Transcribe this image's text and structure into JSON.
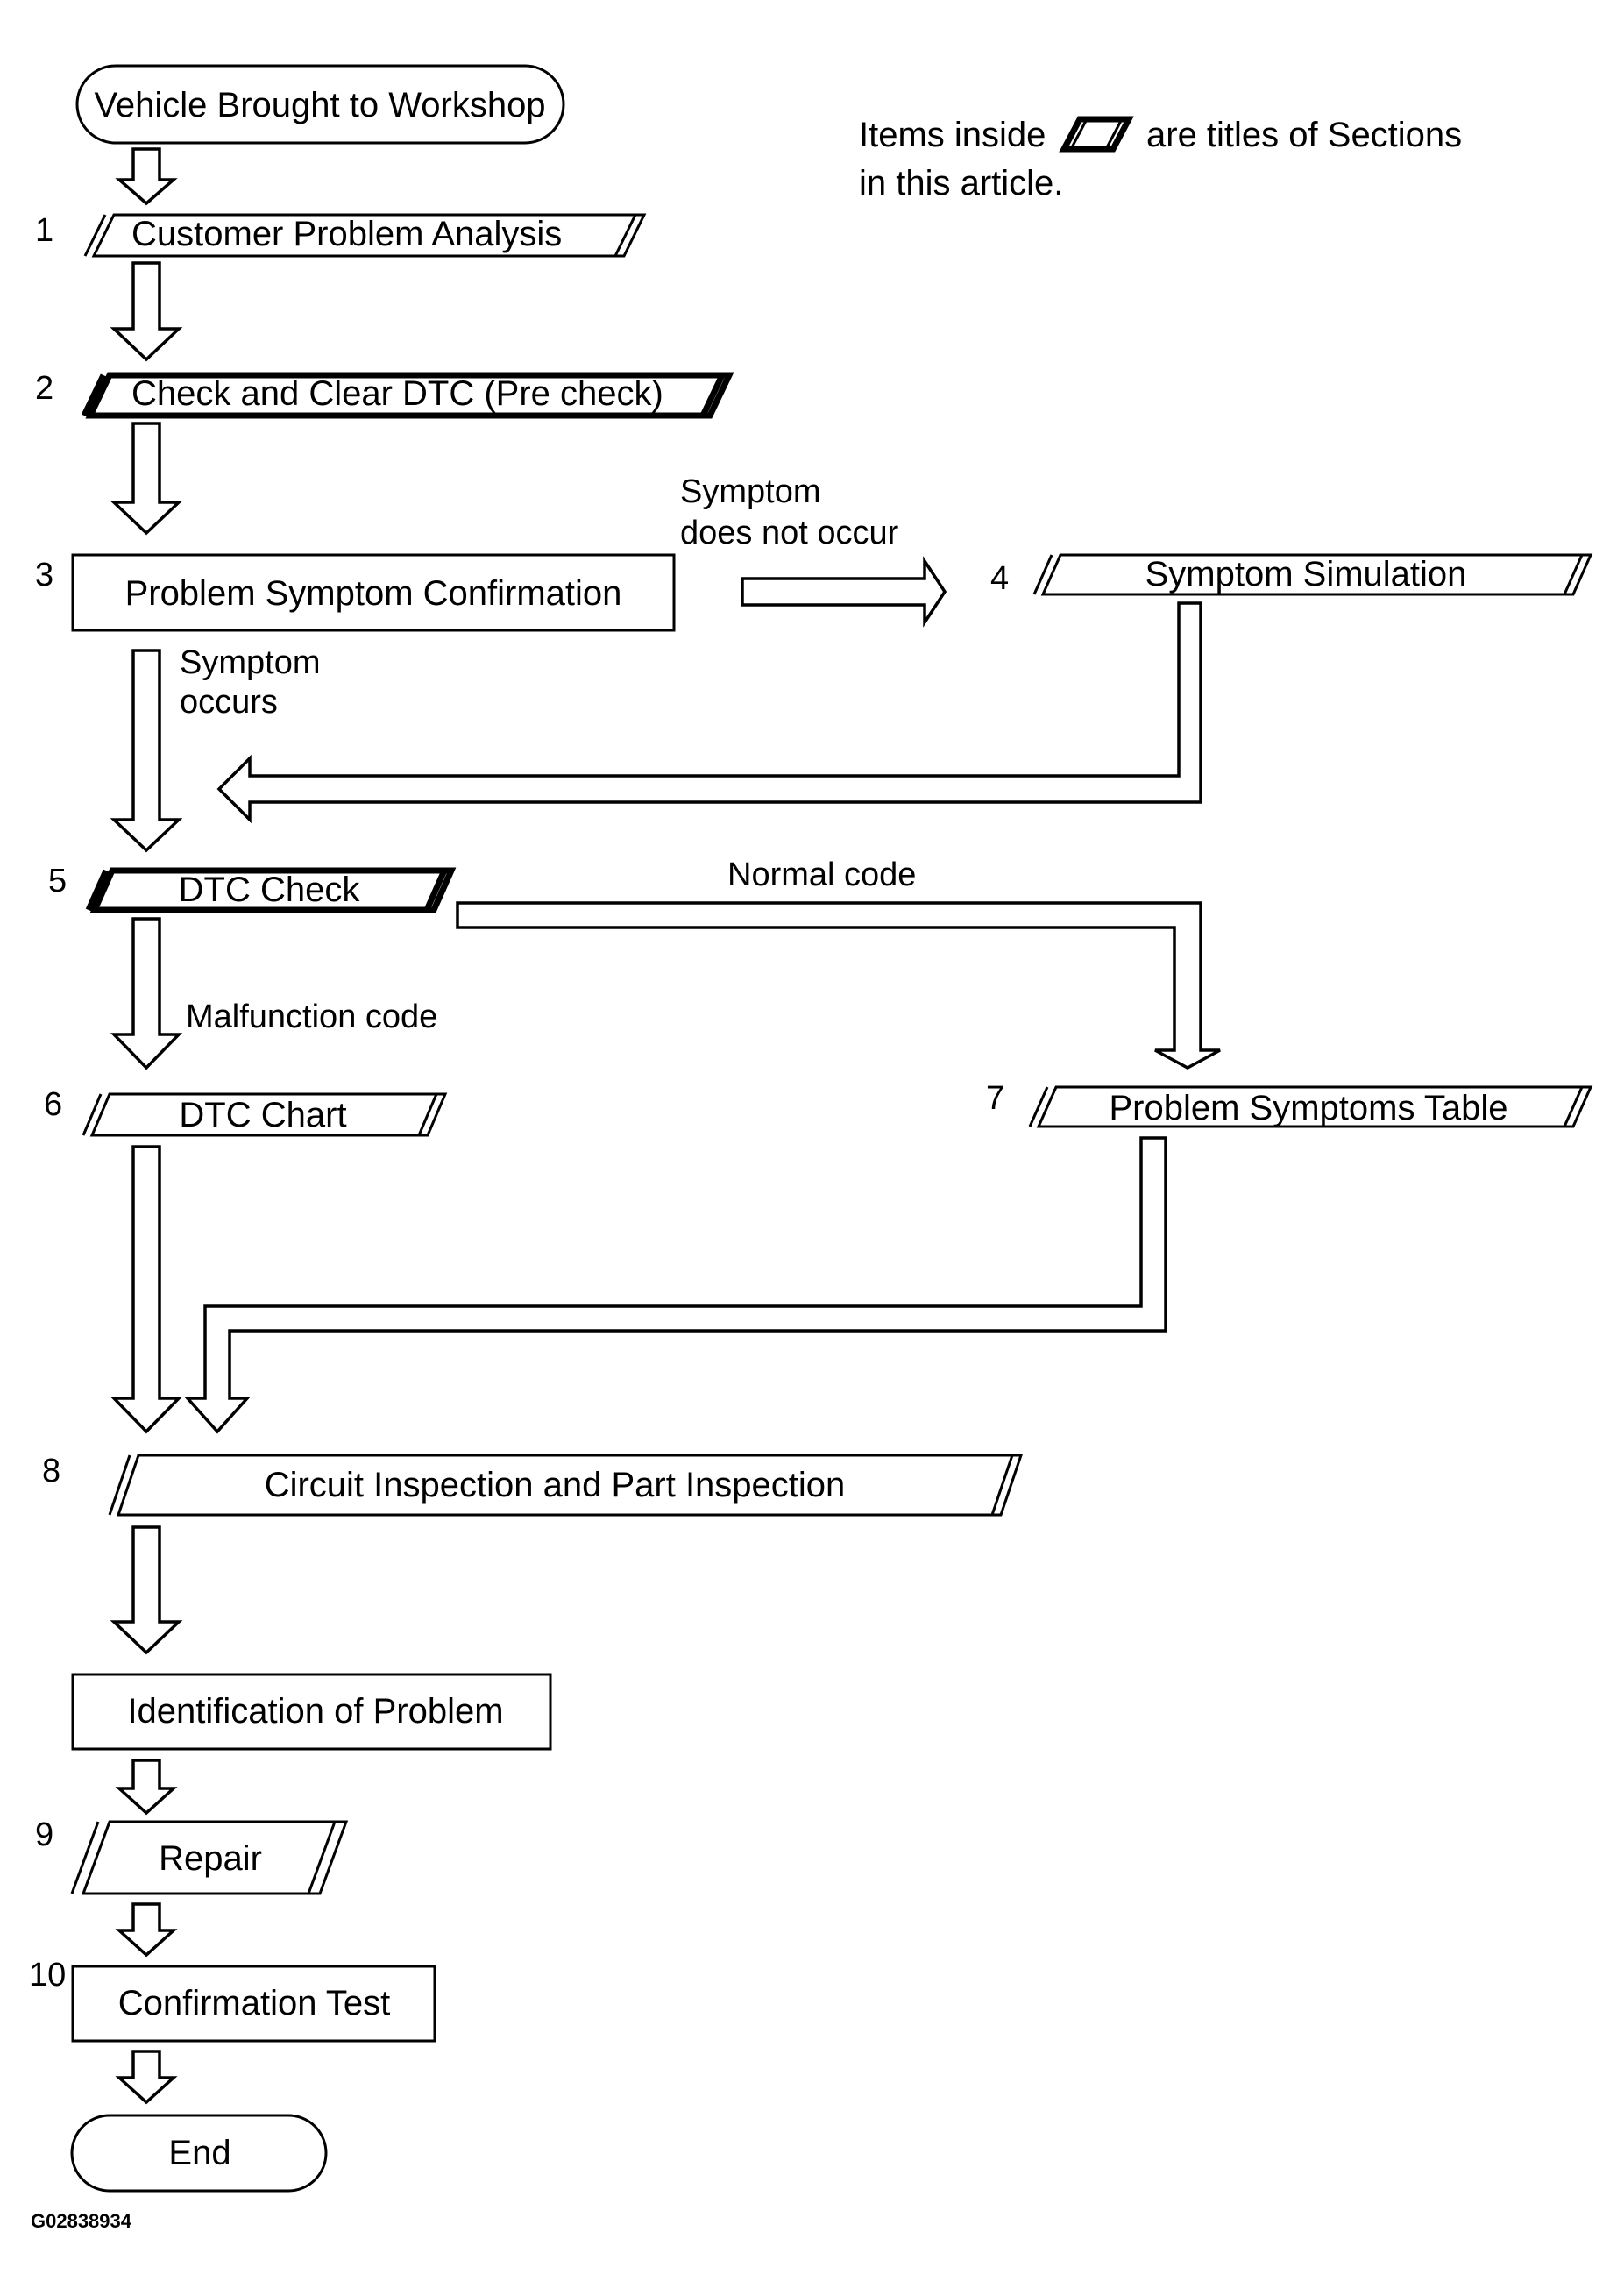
{
  "flowchart": {
    "start_label": "Vehicle Brought to Workshop",
    "end_label": "End",
    "legend": {
      "line1_before": "Items inside",
      "line1_after": "are titles of Sections",
      "line2": "in this article."
    },
    "steps": [
      {
        "num": "1",
        "label": "Customer Problem Analysis"
      },
      {
        "num": "2",
        "label": "Check and Clear DTC (Pre check)"
      },
      {
        "num": "3",
        "label": "Problem Symptom Confirmation"
      },
      {
        "num": "4",
        "label": "Symptom Simulation"
      },
      {
        "num": "5",
        "label": "DTC Check"
      },
      {
        "num": "6",
        "label": "DTC Chart"
      },
      {
        "num": "7",
        "label": "Problem Symptoms Table"
      },
      {
        "num": "8",
        "label": "Circuit Inspection and Part Inspection"
      },
      {
        "num": "",
        "label": "Identification of Problem"
      },
      {
        "num": "9",
        "label": "Repair"
      },
      {
        "num": "10",
        "label": "Confirmation Test"
      }
    ],
    "branches": {
      "not_occur_line1": "Symptom",
      "not_occur_line2": "does not occur",
      "occurs_line1": "Symptom",
      "occurs_line2": "occurs",
      "normal_code": "Normal code",
      "malfunction_code": "Malfunction code"
    },
    "figure_code": "G02838934"
  }
}
